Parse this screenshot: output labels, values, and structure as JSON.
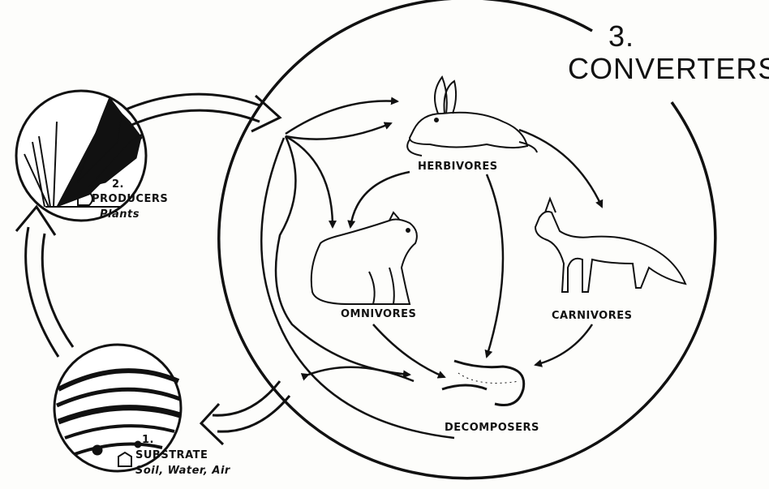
{
  "converters": {
    "number": "3.",
    "label": "CONVERTERS"
  },
  "producers": {
    "number": "2.",
    "label": "PRODUCERS",
    "sublabel": "Plants"
  },
  "substrate": {
    "number": "1.",
    "label": "SUBSTRATE",
    "sublabel": "Soil, Water, Air"
  },
  "organisms": {
    "herbivores": "HERBIVORES",
    "omnivores": "OMNIVORES",
    "carnivores": "CARNIVORES",
    "decomposers": "DECOMPOSERS"
  }
}
